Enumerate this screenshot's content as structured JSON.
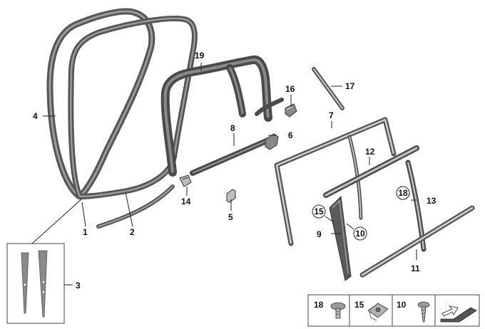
{
  "callouts": {
    "c1": "1",
    "c2": "2",
    "c3": "3",
    "c4": "4",
    "c5": "5",
    "c6": "6",
    "c7": "7",
    "c8": "8",
    "c9": "9",
    "c10": "10",
    "c11": "11",
    "c12": "12",
    "c13": "13",
    "c14": "14",
    "c16": "16",
    "c17": "17",
    "c19": "19",
    "c15": "15",
    "c18": "18"
  },
  "legend": {
    "items": [
      {
        "number": "18",
        "icon": "torx-screw-icon"
      },
      {
        "number": "15",
        "icon": "clip-nut-icon"
      },
      {
        "number": "10",
        "icon": "self-tapping-screw-icon"
      }
    ],
    "extra_icon": "arrow-block-icon"
  },
  "colors": {
    "seal": "#555555",
    "seal_light": "#8a8a8a",
    "part_fill": "#d4d4d4",
    "outline": "#3a3a3a"
  }
}
